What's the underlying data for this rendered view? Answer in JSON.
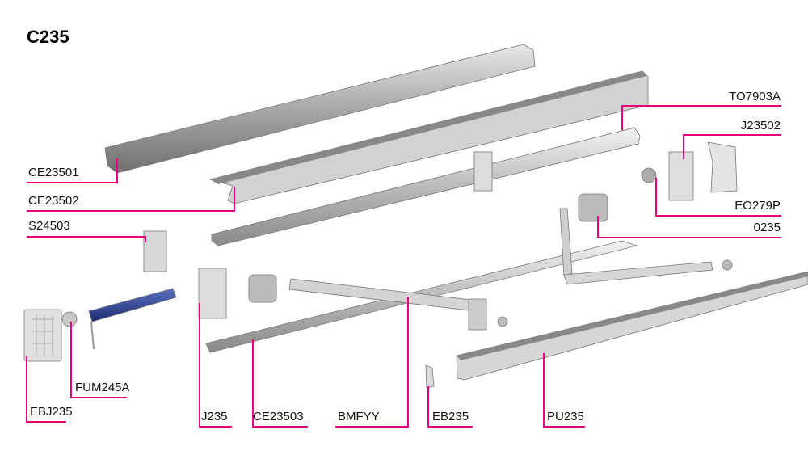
{
  "title": "C235",
  "colors": {
    "leader": "#e6007e",
    "metal": "#bdbdbd",
    "motor": "#2b3f8f"
  },
  "labels": {
    "ce23501": "CE23501",
    "ce23502": "CE23502",
    "s24503": "S24503",
    "to7903a": "TO7903A",
    "j23502": "J23502",
    "eo279p": "EO279P",
    "o235": "0235",
    "fum245a": "FUM245A",
    "ebj235": "EBJ235",
    "j235": "J235",
    "ce23503": "CE23503",
    "bmfyy": "BMFYY",
    "eb235": "EB235",
    "pu235": "PU235"
  }
}
